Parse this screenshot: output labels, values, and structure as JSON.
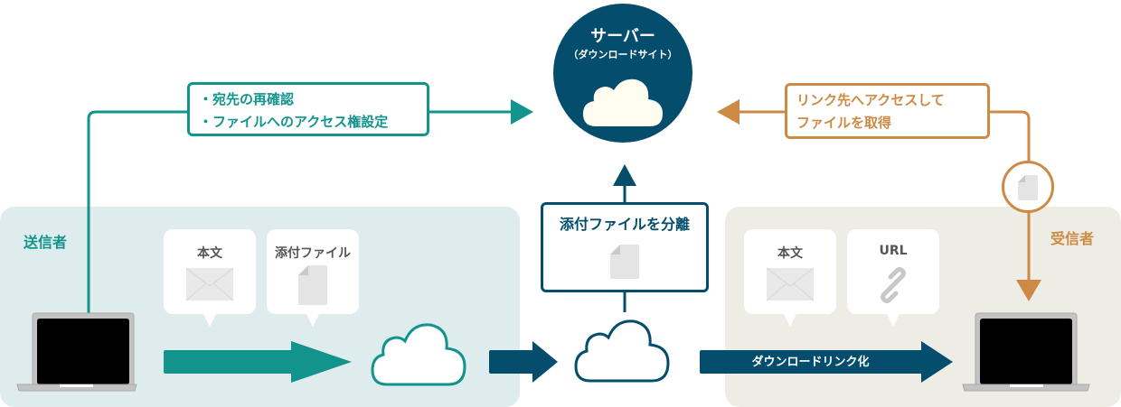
{
  "server": {
    "title": "サーバー",
    "subtitle": "（ダウンロードサイト）",
    "icon": "cloud-icon"
  },
  "sender_callout": {
    "lines": [
      "・宛先の再確認",
      "・ファイルへのアクセス権設定"
    ]
  },
  "receiver_callout": {
    "lines": [
      "リンク先へアクセスして",
      "ファイルを取得"
    ]
  },
  "sender": {
    "label": "送信者",
    "bubbles": [
      {
        "title": "本文",
        "icon": "envelope-icon"
      },
      {
        "title": "添付ファイル",
        "icon": "file-icon"
      }
    ]
  },
  "separator": {
    "label": "添付ファイルを分離",
    "icon": "file-icon"
  },
  "receiver": {
    "label": "受信者",
    "bubbles": [
      {
        "title": "本文",
        "icon": "envelope-icon"
      },
      {
        "title": "URL",
        "icon": "link-icon"
      }
    ]
  },
  "download_arrow": {
    "label": "ダウンロードリンク化"
  },
  "colors": {
    "teal": "#12948d",
    "navy": "#044d6d",
    "orange": "#cc8a45",
    "sender_bg": "#dfeced",
    "receiver_bg": "#eeede5",
    "cloud_fill": "#fffdf0"
  }
}
